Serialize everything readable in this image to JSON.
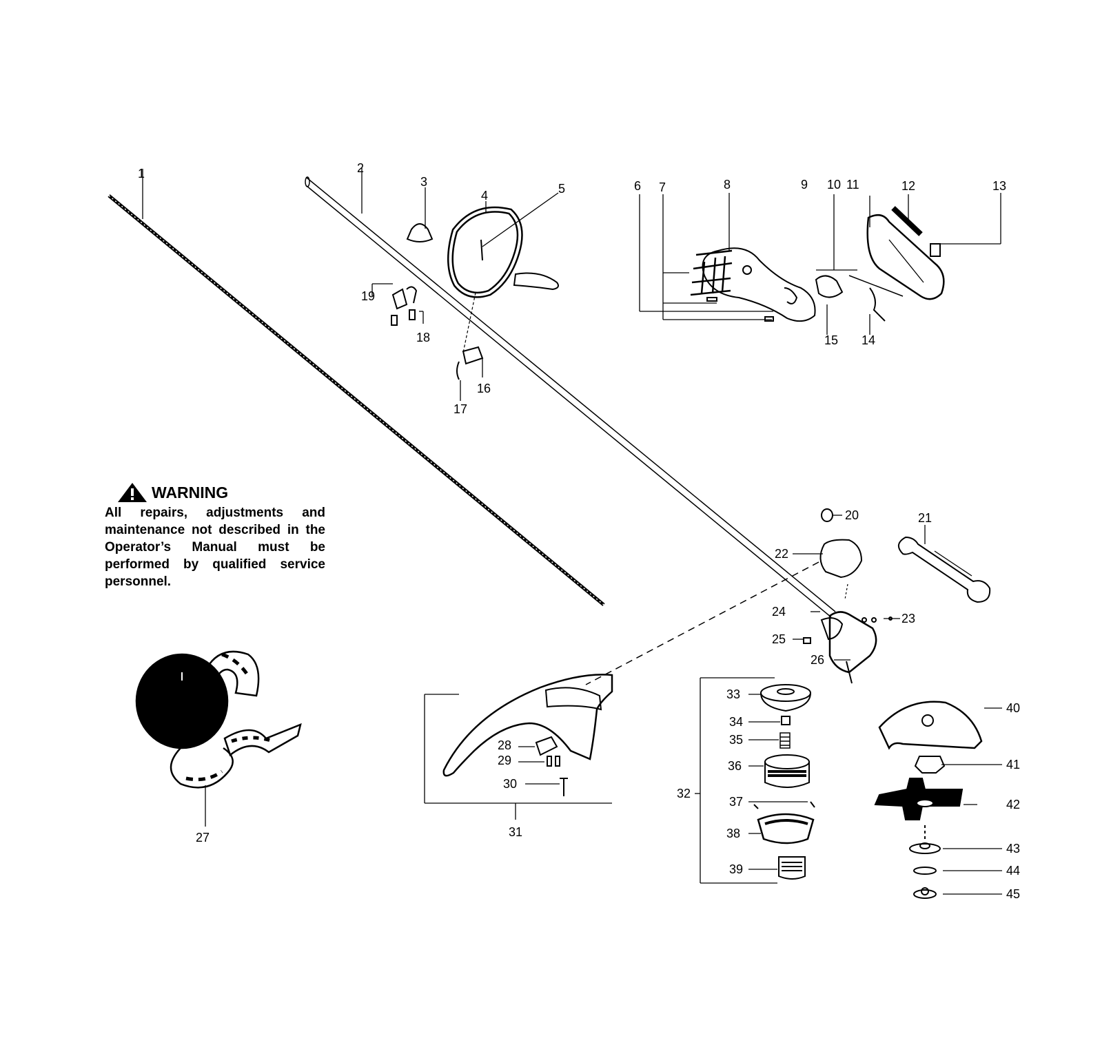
{
  "warning": {
    "heading": "WARNING",
    "body": "All repairs, adjustments and maintenance not described in the Operator’s Manual must be performed by qualified service personnel."
  },
  "callouts": [
    "1",
    "2",
    "3",
    "4",
    "5",
    "6",
    "7",
    "8",
    "9",
    "10",
    "11",
    "12",
    "13",
    "14",
    "15",
    "16",
    "17",
    "18",
    "19",
    "20",
    "21",
    "22",
    "23",
    "24",
    "25",
    "26",
    "27",
    "28",
    "29",
    "30",
    "31",
    "32",
    "33",
    "34",
    "35",
    "36",
    "37",
    "38",
    "39",
    "40",
    "41",
    "42",
    "43",
    "44",
    "45"
  ],
  "colors": {
    "ink": "#000000",
    "paper": "#ffffff"
  },
  "icons": {
    "warning": "warning-triangle-icon"
  }
}
